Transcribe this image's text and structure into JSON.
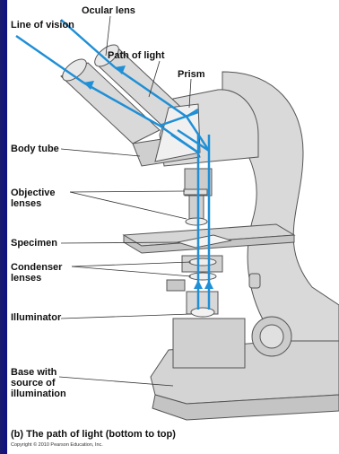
{
  "labels": {
    "ocular_lens": "Ocular lens",
    "line_of_vision": "Line of vision",
    "path_of_light": "Path of light",
    "prism": "Prism",
    "body_tube": "Body tube",
    "objective_lenses": "Objective lenses",
    "specimen": "Specimen",
    "condenser_lenses": "Condenser lenses",
    "illuminator": "Illuminator",
    "base": "Base with source of illumination"
  },
  "caption": {
    "letter": "(b)",
    "text": "The path of light (bottom to top)",
    "copyright": "Copyright © 2010 Pearson Education, Inc."
  },
  "colors": {
    "light_path": "#1f8fd6",
    "microscope_body": "#d9d9d9",
    "outline": "#555555",
    "slide_background": "#0000a0"
  }
}
